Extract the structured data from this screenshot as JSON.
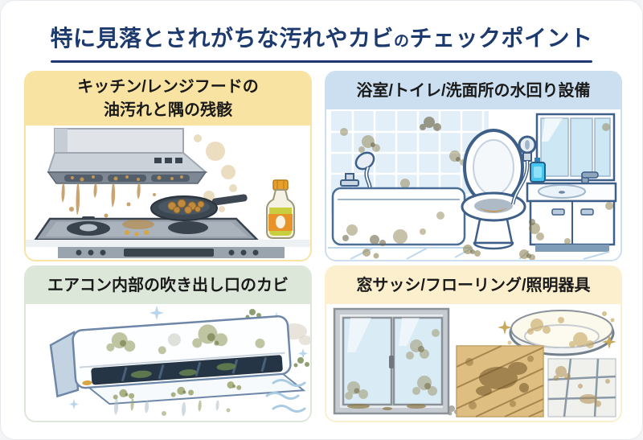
{
  "title": {
    "part1": "特に見落とされがちな汚れやカビ",
    "part2": "の",
    "part3": "チェックポイント",
    "color": "#1d3a6e"
  },
  "panels": [
    {
      "id": "kitchen",
      "title_line1": "キッチン/レンジフードの",
      "title_line2": "油汚れと隅の残骸",
      "accent": "#f8e3a2",
      "illustration": "range-hood-grease-illustration"
    },
    {
      "id": "bathroom",
      "title_line1": "浴室/トイレ/洗面所の水回り設備",
      "accent": "#cbdff0",
      "illustration": "bathroom-fixtures-mold-illustration"
    },
    {
      "id": "aircon",
      "title_line1": "エアコン内部の吹き出し口のカビ",
      "accent": "#dde7d9",
      "illustration": "air-conditioner-mold-illustration"
    },
    {
      "id": "window",
      "title_line1": "窓サッシ/フローリング/照明器具",
      "accent": "#fbefce",
      "illustration": "window-floor-light-illustration"
    }
  ],
  "palette": {
    "title_navy": "#1d3a6e",
    "card_background": "#ffffff",
    "page_background": "#f2f4f6",
    "grease_tan": "#c49455",
    "mold_olive": "#8f8455",
    "mold_green": "#5f7b4f",
    "bath_outline_blue": "#3d5f88",
    "tile_blue": "#e2eef8",
    "wood_tan": "#dfbe82",
    "gold_star": "#c9a95e"
  }
}
